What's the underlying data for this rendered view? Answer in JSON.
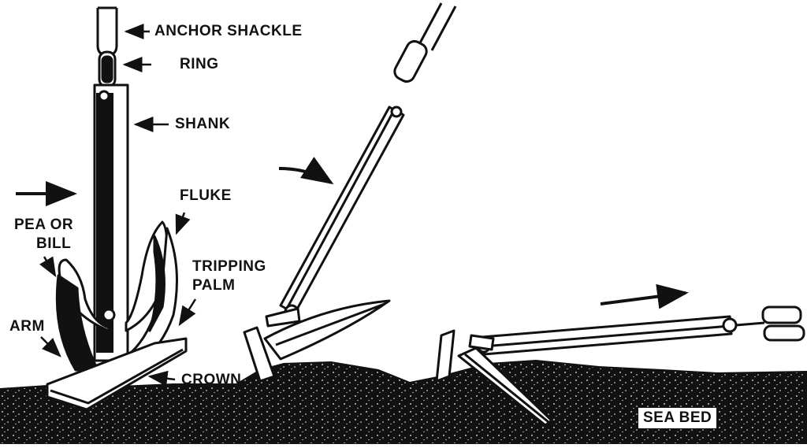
{
  "labels": {
    "anchor_shackle": "ANCHOR SHACKLE",
    "ring": "RING",
    "shank": "SHANK",
    "fluke": "FLUKE",
    "pea_or_bill_line1": "PEA OR",
    "pea_or_bill_line2": "BILL",
    "tripping_palm_line1": "TRIPPING",
    "tripping_palm_line2": "PALM",
    "arm": "ARM",
    "crown": "CROWN",
    "sea_bed": "SEA BED"
  },
  "colors": {
    "ink": "#111111",
    "paper": "#ffffff"
  }
}
